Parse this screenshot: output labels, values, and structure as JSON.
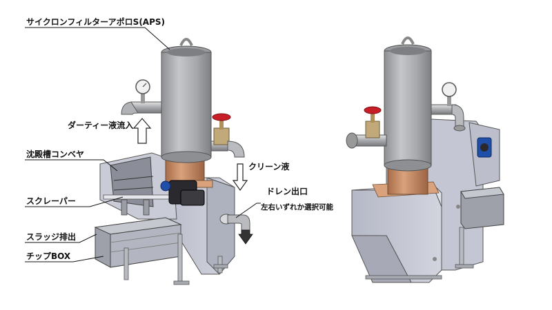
{
  "labels": {
    "cyclone_filter": "サイクロンフィルターアポロS(APS)",
    "dirty_inlet": "ダーティー液流入",
    "settling_tank": "沈殿槽コンベヤ",
    "clean_liquid": "クリーン液",
    "scraper": "スクレーパー",
    "drain_outlet": "ドレン出口",
    "drain_note": "左右いずれか選択可能",
    "sludge_discharge": "スラッジ排出",
    "chip_box": "チップBOX"
  },
  "colors": {
    "cylinder": "#a9abae",
    "body": "#c3c6d2",
    "copper": "#c9906a",
    "valve_red": "#c81e28",
    "brass": "#c2a97a",
    "motor": "#2a2a2e",
    "flow_arrow": "#ffffff"
  }
}
